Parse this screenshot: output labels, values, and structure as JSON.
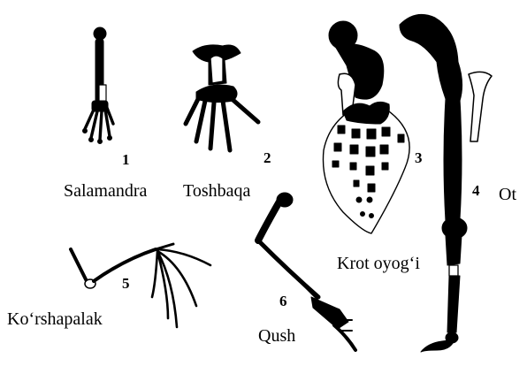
{
  "colors": {
    "ink": "#000000",
    "paper": "#ffffff"
  },
  "specimens": [
    {
      "id": "salamandra",
      "number": "1",
      "name": "Salamandra"
    },
    {
      "id": "toshbaqa",
      "number": "2",
      "name": "Toshbaqa"
    },
    {
      "id": "krot",
      "number": "3",
      "name": "Krot oyog‘i"
    },
    {
      "id": "ot",
      "number": "4",
      "name": "Ot"
    },
    {
      "id": "korshapalak",
      "number": "5",
      "name": "Ko‘rshapalak"
    },
    {
      "id": "qush",
      "number": "6",
      "name": "Qush"
    }
  ]
}
